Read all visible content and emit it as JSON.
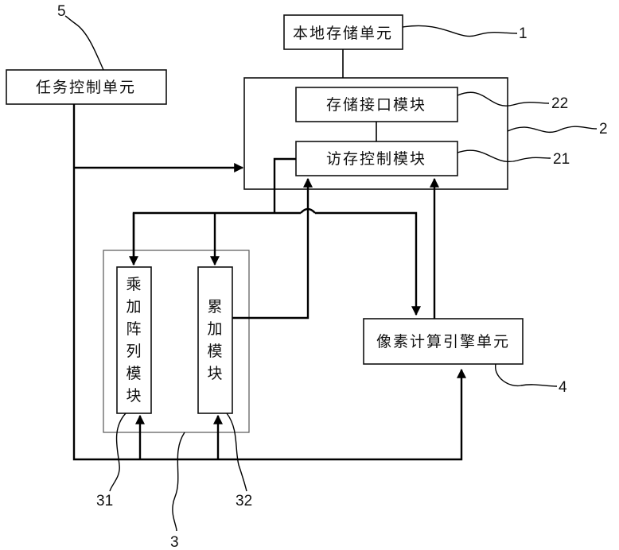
{
  "units": {
    "local_storage": "本地存储单元",
    "task_control": "任务控制单元",
    "storage_interface": "存储接口模块",
    "access_control": "访存控制模块",
    "mac_array": [
      "乘",
      "加",
      "阵",
      "列",
      "模",
      "块"
    ],
    "accumulate": [
      "累",
      "加",
      "模",
      "块"
    ],
    "pixel_engine": "像素计算引擎单元"
  },
  "refs": {
    "r1": "1",
    "r2": "2",
    "r21": "21",
    "r22": "22",
    "r3": "3",
    "r31": "31",
    "r32": "32",
    "r4": "4",
    "r5": "5"
  }
}
